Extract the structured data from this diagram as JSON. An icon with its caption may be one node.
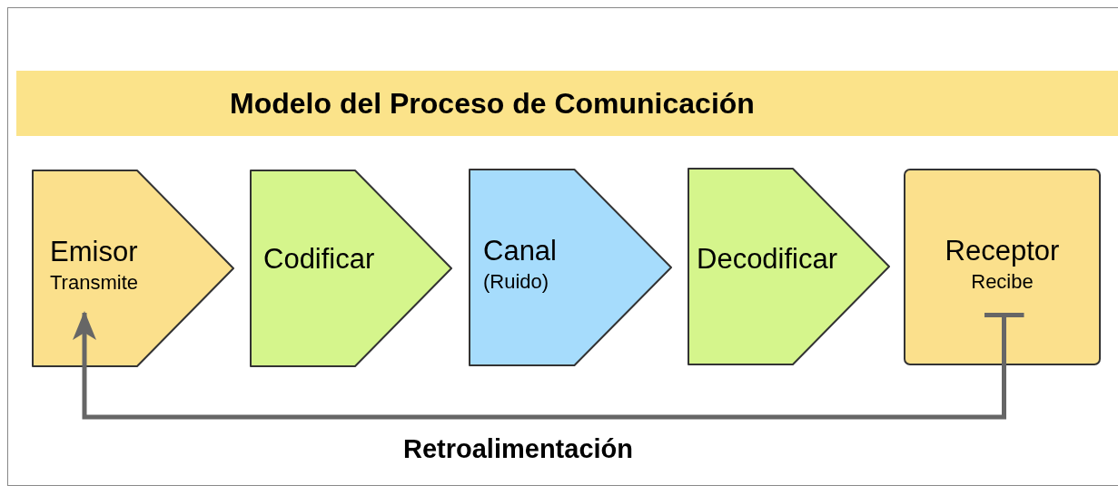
{
  "diagram": {
    "title": "Modelo del Proceso de Comunicación",
    "nodes": [
      {
        "text": [
          "Emisor",
          "Transmite"
        ]
      },
      {
        "text": [
          "Codificar"
        ]
      },
      {
        "text": [
          "Canal",
          "(Ruido)"
        ]
      },
      {
        "text": [
          "Decodificar"
        ]
      },
      {
        "text": [
          "Receptor",
          "Recibe"
        ]
      }
    ],
    "edges": [
      {
        "from": 4,
        "to": 0,
        "arrow": "to",
        "label": "Retroalimentación"
      }
    ]
  }
}
